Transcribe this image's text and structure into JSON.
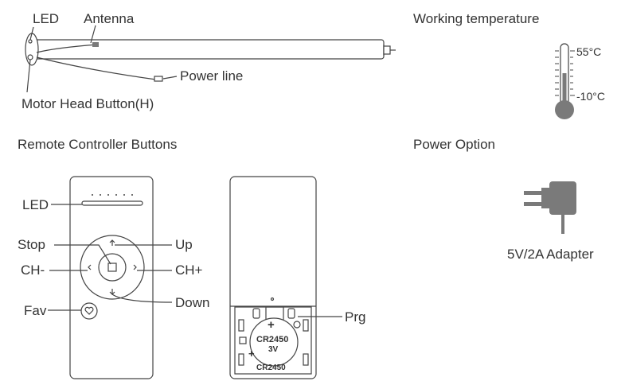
{
  "motor": {
    "led_label": "LED",
    "antenna_label": "Antenna",
    "power_line_label": "Power line",
    "head_button_label": "Motor Head Button(H)"
  },
  "temperature": {
    "title": "Working temperature",
    "max_label": "55°C",
    "min_label": "-10°C"
  },
  "remote": {
    "title": "Remote Controller Buttons",
    "led_label": "LED",
    "stop_label": "Stop",
    "up_label": "Up",
    "ch_minus_label": "CH-",
    "ch_plus_label": "CH+",
    "fav_label": "Fav",
    "down_label": "Down",
    "prg_label": "Prg"
  },
  "battery": {
    "model_text": "CR2450",
    "voltage_text": "3V",
    "bottom_text": "CR2450",
    "plus_sign": "+"
  },
  "power": {
    "title": "Power Option",
    "adapter_label": "5V/2A Adapter"
  },
  "colors": {
    "line": "#444444",
    "fill_gray": "#7a7a7a",
    "bg": "#ffffff"
  }
}
